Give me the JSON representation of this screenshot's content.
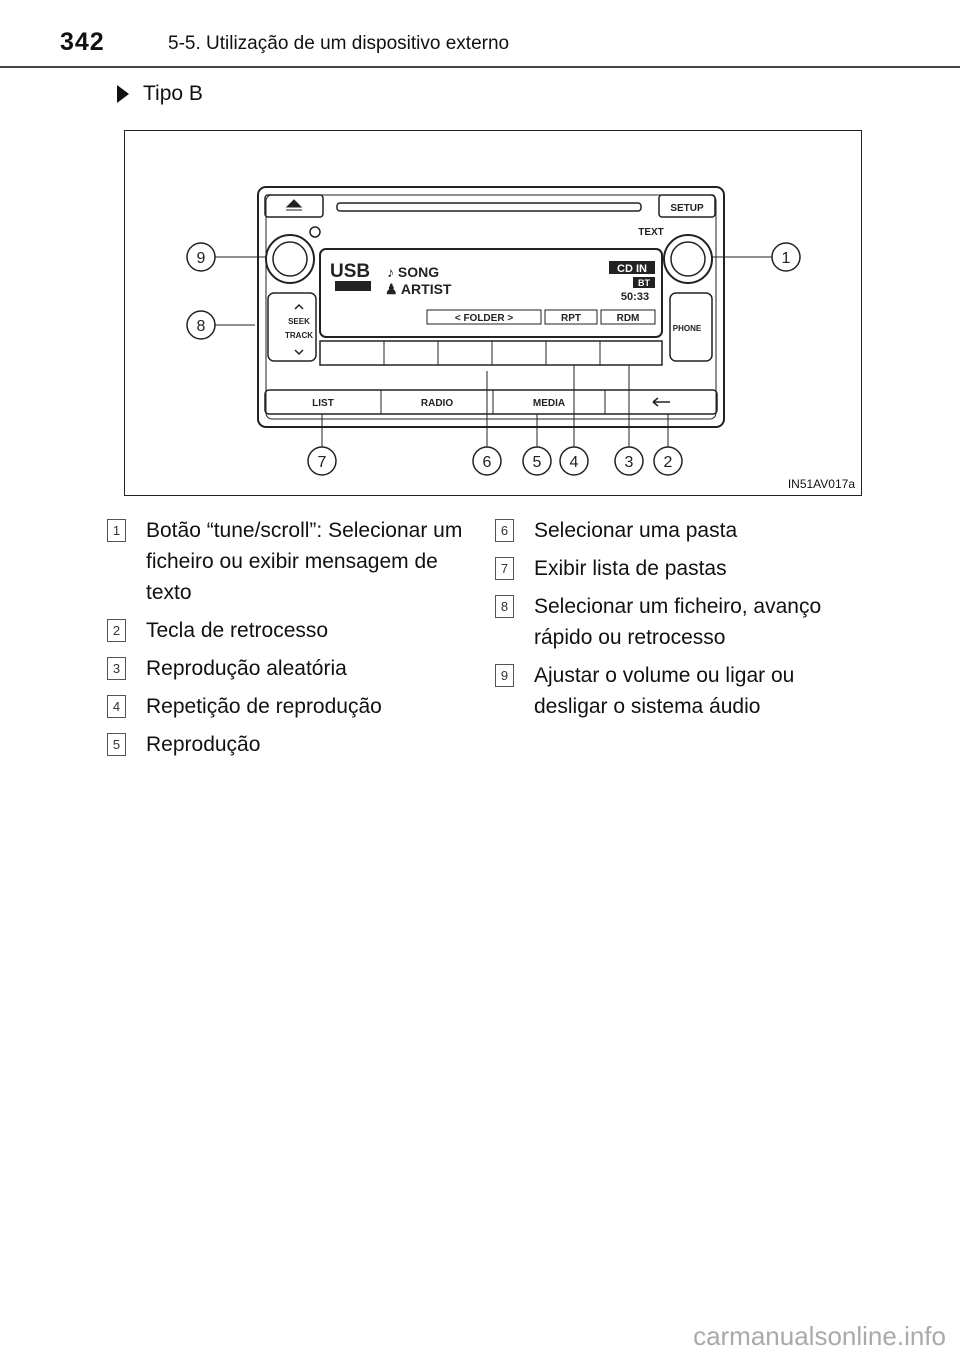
{
  "header": {
    "page_number": "342",
    "section_title": "5-5. Utilização de um dispositivo externo"
  },
  "subheading": "Tipo B",
  "figure": {
    "code": "IN51AV017a",
    "display": {
      "source": "USB",
      "song": "SONG",
      "artist": "ARTIST",
      "cd_in": "CD IN",
      "bt": "BT",
      "time": "50:33",
      "folder": "FOLDER",
      "rpt": "RPT",
      "rdm": "RDM"
    },
    "buttons": {
      "setup": "SETUP",
      "text": "TEXT",
      "seek": "SEEK",
      "track": "TRACK",
      "phone": "PHONE",
      "list": "LIST",
      "radio": "RADIO",
      "media": "MEDIA"
    },
    "callouts": [
      "1",
      "2",
      "3",
      "4",
      "5",
      "6",
      "7",
      "8",
      "9"
    ]
  },
  "items_left": [
    {
      "num": "1",
      "text": "Botão “tune/scroll”: Selecionar um ficheiro ou exibir mensagem de texto"
    },
    {
      "num": "2",
      "text": "Tecla de retrocesso"
    },
    {
      "num": "3",
      "text": "Reprodução aleatória"
    },
    {
      "num": "4",
      "text": "Repetição de reprodução"
    },
    {
      "num": "5",
      "text": "Reprodução"
    }
  ],
  "items_right": [
    {
      "num": "6",
      "text": "Selecionar uma pasta"
    },
    {
      "num": "7",
      "text": "Exibir lista de pastas"
    },
    {
      "num": "8",
      "text": "Selecionar um ficheiro, avanço rápido ou retrocesso"
    },
    {
      "num": "9",
      "text": "Ajustar o volume ou ligar ou desligar o sistema áudio"
    }
  ],
  "watermark": "carmanualsonline.info"
}
